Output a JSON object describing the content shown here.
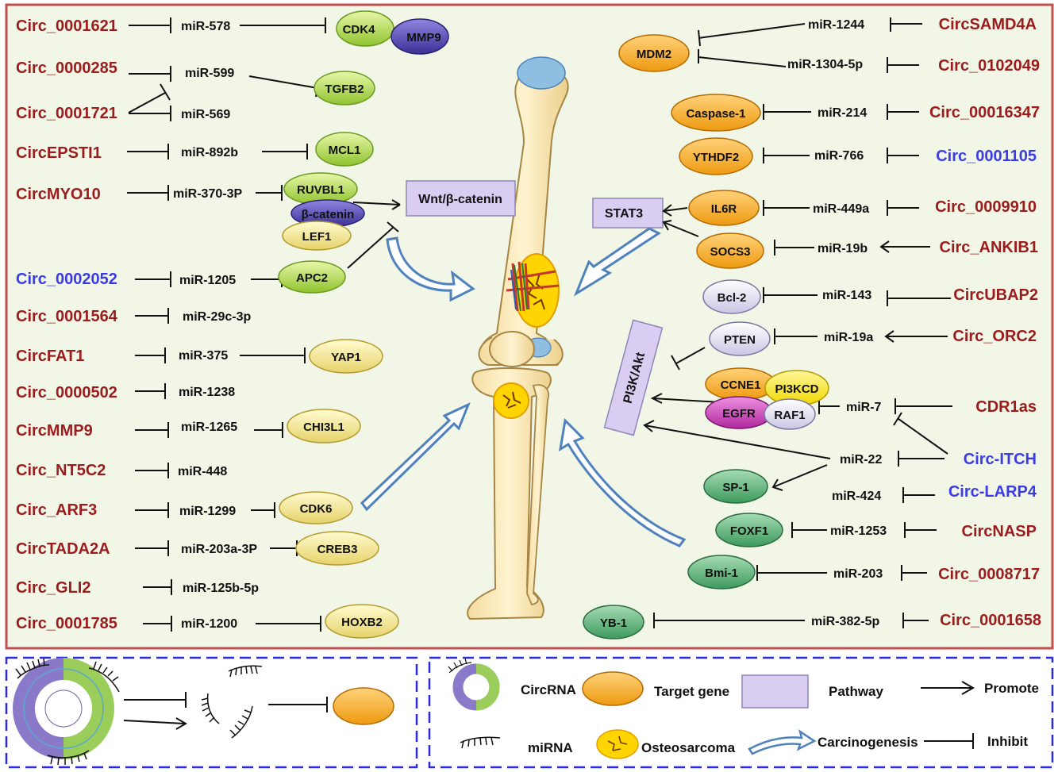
{
  "colors": {
    "circ_red": "#9b1c1c",
    "circ_blue": "#3c3ce6",
    "frame_red": "#c0504d",
    "legend_blue": "#2b2bd9",
    "pathway_fill": "#d9cdf2",
    "arrow_blue": "#4f81bd"
  },
  "pathways": {
    "wnt": "Wnt/β-catenin",
    "stat3": "STAT3",
    "pi3k": "PI3K/Akt"
  },
  "left": {
    "circ_0001621": "Circ_0001621",
    "mir_578": "miR-578",
    "cdk4": "CDK4",
    "mmp9": "MMP9",
    "circ_0000285": "Circ_0000285",
    "mir_599": "miR-599",
    "tgfb2": "TGFB2",
    "circ_0001721": "Circ_0001721",
    "mir_569": "miR-569",
    "circepsti1": "CircEPSTI1",
    "mir_892b": "miR-892b",
    "mcl1": "MCL1",
    "circmyo10": "CircMYO10",
    "mir_370": "miR-370-3P",
    "ruvbl1": "RUVBL1",
    "bcatenin": "β-catenin",
    "lef1": "LEF1",
    "circ_0002052": "Circ_0002052",
    "mir_1205": "miR-1205",
    "apc2": "APC2",
    "circ_0001564": "Circ_0001564",
    "mir_29c": "miR-29c-3p",
    "circfat1": "CircFAT1",
    "mir_375": "miR-375",
    "yap1": "YAP1",
    "circ_0000502": "Circ_0000502",
    "mir_1238": "miR-1238",
    "circmmp9": "CircMMP9",
    "mir_1265": "miR-1265",
    "chi3l1": "CHI3L1",
    "circ_nt5c2": "Circ_NT5C2",
    "mir_448": "miR-448",
    "circ_arf3": "Circ_ARF3",
    "mir_1299": "miR-1299",
    "cdk6": "CDK6",
    "circtada2a": "CircTADA2A",
    "mir_203a": "miR-203a-3P",
    "creb3": "CREB3",
    "circ_gli2": "Circ_GLI2",
    "mir_125b": "miR-125b-5p",
    "circ_0001785": "Circ_0001785",
    "mir_1200": "miR-1200",
    "hoxb2": "HOXB2"
  },
  "right": {
    "circsamd4a": "CircSAMD4A",
    "mir_1244": "miR-1244",
    "mdm2": "MDM2",
    "circ_0102049": "Circ_0102049",
    "mir_1304": "miR-1304-5p",
    "circ_00016347": "Circ_00016347",
    "mir_214": "miR-214",
    "caspase1": "Caspase-1",
    "circ_0001105": "Circ_0001105",
    "mir_766": "miR-766",
    "ythdf2": "YTHDF2",
    "circ_0009910": "Circ_0009910",
    "mir_449a": "miR-449a",
    "il6r": "IL6R",
    "circ_ankib1": "Circ_ANKIB1",
    "mir_19b": "miR-19b",
    "socs3": "SOCS3",
    "circubap2": "CircUBAP2",
    "mir_143": "miR-143",
    "bcl2": "Bcl-2",
    "circ_orc2": "Circ_ORC2",
    "mir_19a": "miR-19a",
    "pten": "PTEN",
    "cdr1as": "CDR1as",
    "mir_7": "miR-7",
    "ccne1": "CCNE1",
    "pi3kcd": "PI3KCD",
    "egfr": "EGFR",
    "raf1": "RAF1",
    "circ_itch": "Circ-ITCH",
    "mir_22": "miR-22",
    "sp1": "SP-1",
    "circ_larp4": "Circ-LARP4",
    "mir_424": "miR-424",
    "circnasp": "CircNASP",
    "mir_1253": "miR-1253",
    "foxf1": "FOXF1",
    "circ_0008717": "Circ_0008717",
    "mir_203": "miR-203",
    "bmi1": "Bmi-1",
    "circ_0001658": "Circ_0001658",
    "mir_382": "miR-382-5p",
    "yb1": "YB-1"
  },
  "legend": {
    "circrna": "CircRNA",
    "target_gene": "Target gene",
    "pathway": "Pathway",
    "promote": "Promote",
    "mirna": "miRNA",
    "osteosarcoma": "Osteosarcoma",
    "carcinogenesis": "Carcinogenesis",
    "inhibit": "Inhibit"
  }
}
